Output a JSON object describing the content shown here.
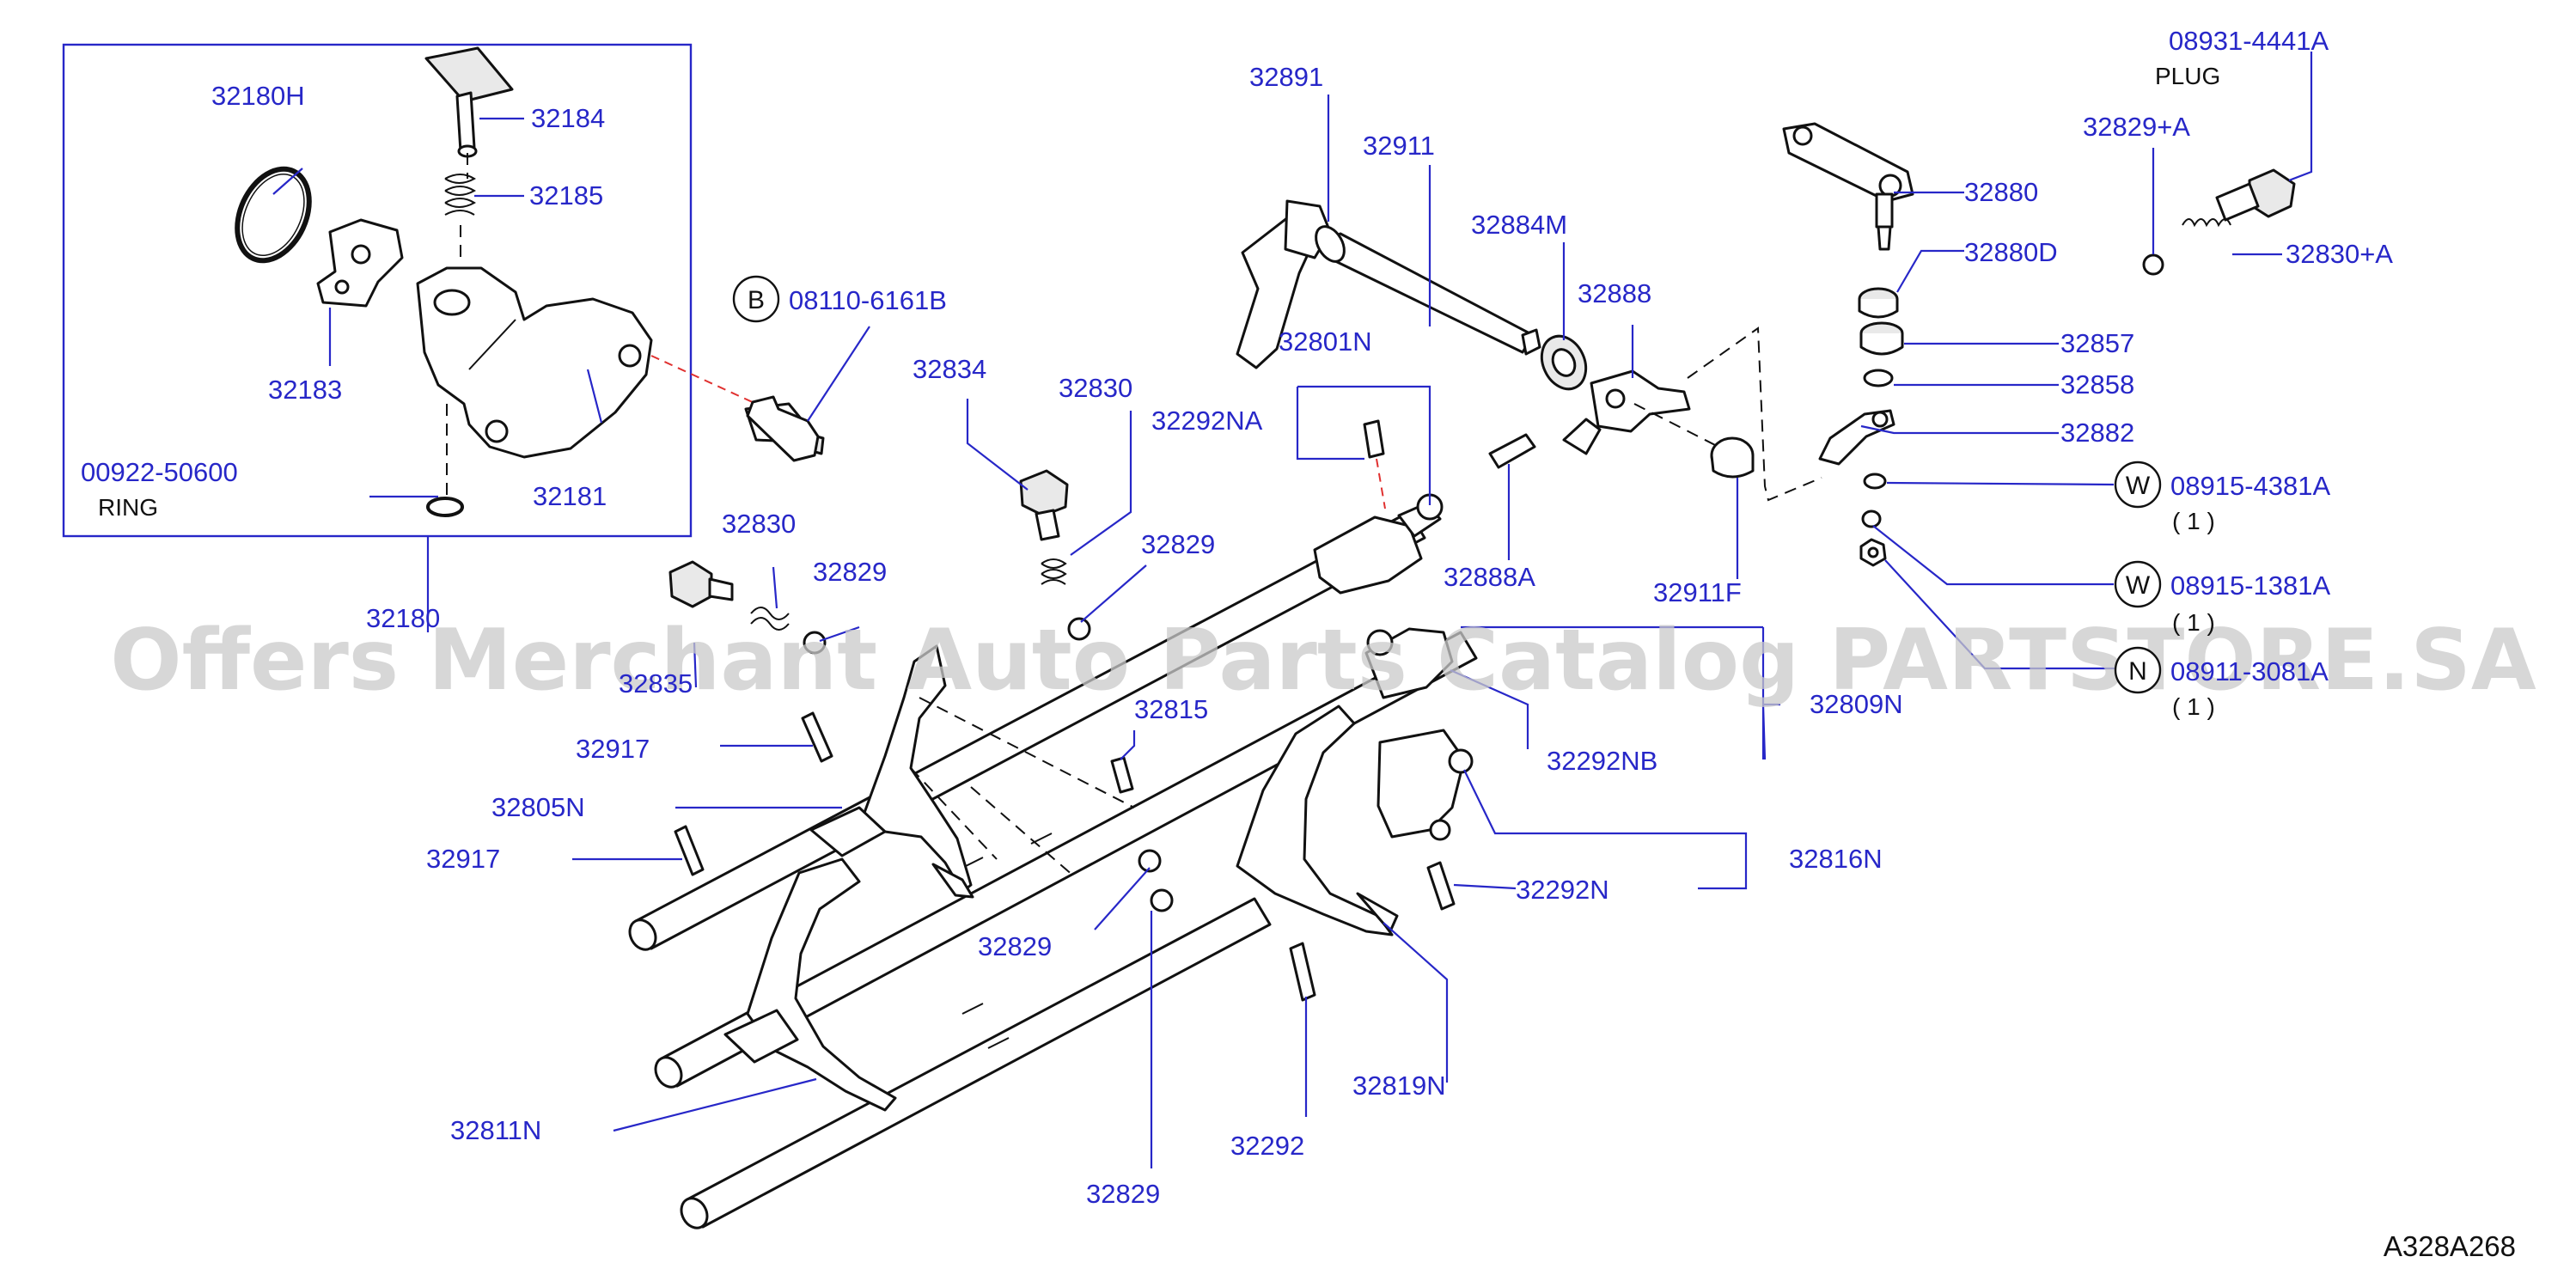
{
  "diagram_code": "A328A268",
  "watermark": "Offers Merchant Auto Parts Catalog PARTSTORE.SA",
  "callouts": [
    {
      "id": "32180H",
      "label": "32180H"
    },
    {
      "id": "32184",
      "label": "32184"
    },
    {
      "id": "32185",
      "label": "32185"
    },
    {
      "id": "32183",
      "label": "32183"
    },
    {
      "id": "00922-50600",
      "label": "00922-50600",
      "sub": "RING"
    },
    {
      "id": "32181",
      "label": "32181"
    },
    {
      "id": "32180",
      "label": "32180"
    },
    {
      "id": "08110-6161B",
      "label": "08110-6161B",
      "badge": "B"
    },
    {
      "id": "32834",
      "label": "32834"
    },
    {
      "id": "32830-a",
      "label": "32830"
    },
    {
      "id": "32830-b",
      "label": "32830"
    },
    {
      "id": "32829-a",
      "label": "32829"
    },
    {
      "id": "32829-b",
      "label": "32829"
    },
    {
      "id": "32829-c",
      "label": "32829"
    },
    {
      "id": "32829-d",
      "label": "32829"
    },
    {
      "id": "32835",
      "label": "32835"
    },
    {
      "id": "32917-a",
      "label": "32917"
    },
    {
      "id": "32917-b",
      "label": "32917"
    },
    {
      "id": "32805N",
      "label": "32805N"
    },
    {
      "id": "32815",
      "label": "32815"
    },
    {
      "id": "32811N",
      "label": "32811N"
    },
    {
      "id": "32292",
      "label": "32292"
    },
    {
      "id": "32819N",
      "label": "32819N"
    },
    {
      "id": "32292N",
      "label": "32292N"
    },
    {
      "id": "32816N",
      "label": "32816N"
    },
    {
      "id": "32292NB",
      "label": "32292NB"
    },
    {
      "id": "32809N",
      "label": "32809N"
    },
    {
      "id": "32801N",
      "label": "32801N"
    },
    {
      "id": "32292NA",
      "label": "32292NA"
    },
    {
      "id": "32891",
      "label": "32891"
    },
    {
      "id": "32911",
      "label": "32911"
    },
    {
      "id": "32884M",
      "label": "32884M"
    },
    {
      "id": "32888",
      "label": "32888"
    },
    {
      "id": "32888A",
      "label": "32888A"
    },
    {
      "id": "32911F",
      "label": "32911F"
    },
    {
      "id": "32880",
      "label": "32880"
    },
    {
      "id": "32880D",
      "label": "32880D"
    },
    {
      "id": "32857",
      "label": "32857"
    },
    {
      "id": "32858",
      "label": "32858"
    },
    {
      "id": "32882",
      "label": "32882"
    },
    {
      "id": "08931-4441A",
      "label": "08931-4441A",
      "sub": "PLUG"
    },
    {
      "id": "32829+A",
      "label": "32829+A"
    },
    {
      "id": "32830+A",
      "label": "32830+A"
    },
    {
      "id": "08915-4381A",
      "label": "08915-4381A",
      "badge": "W",
      "qty": "( 1 )"
    },
    {
      "id": "08915-1381A",
      "label": "08915-1381A",
      "badge": "W",
      "qty": "( 1 )"
    },
    {
      "id": "08911-3081A",
      "label": "08911-3081A",
      "badge": "N",
      "qty": "( 1 )"
    }
  ]
}
